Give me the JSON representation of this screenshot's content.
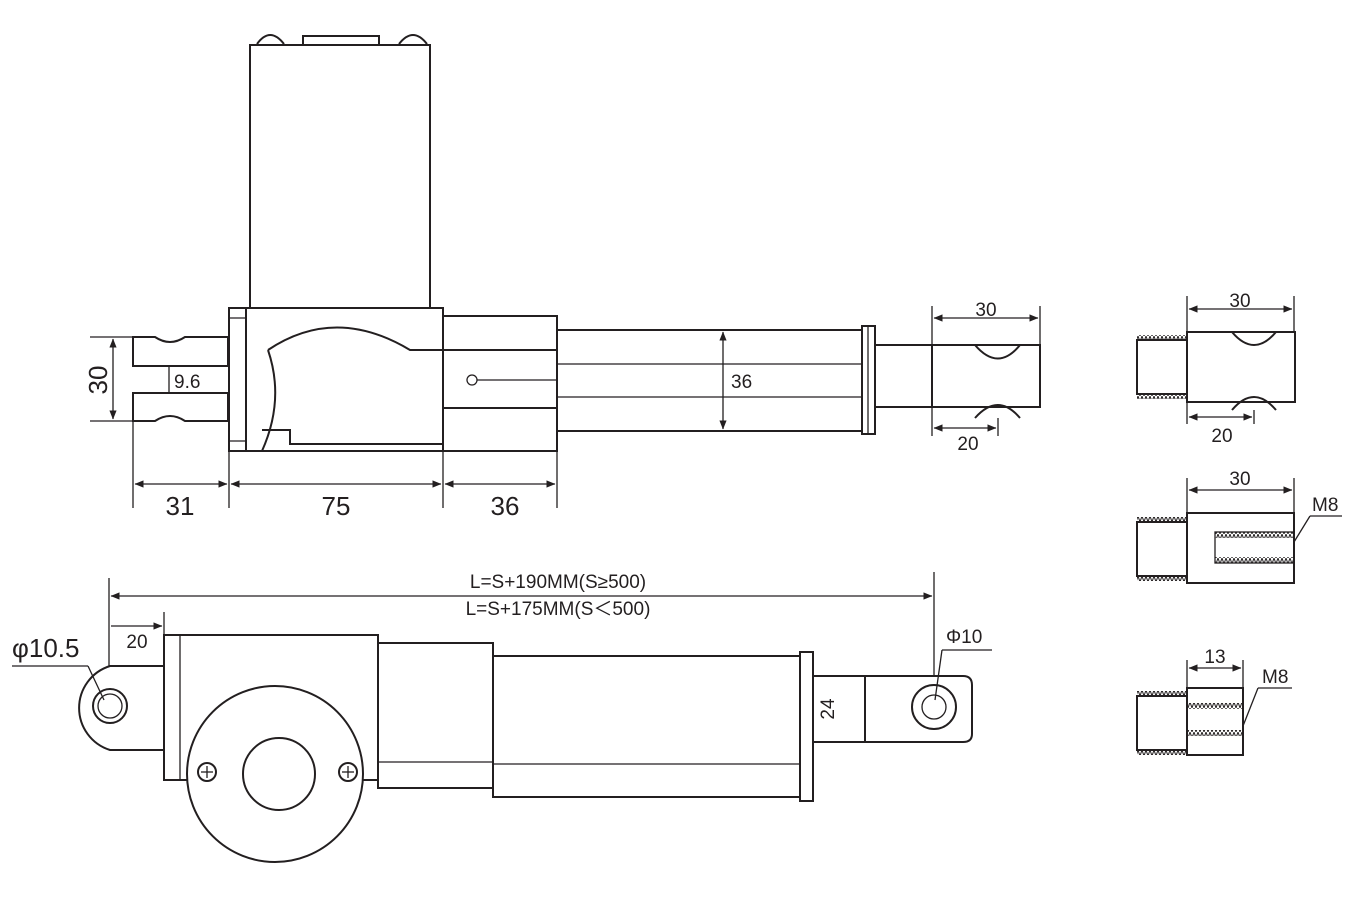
{
  "colors": {
    "line": "#231f20",
    "background": "#ffffff"
  },
  "side_view": {
    "dim_height": "30",
    "dim_slot": "9.6",
    "dim_rod": "36",
    "dim_clevis_len": "31",
    "dim_body_len": "75",
    "dim_tube_len": "36"
  },
  "rod_end_top": {
    "dim_width": "30",
    "dim_hole": "20"
  },
  "formula": {
    "line1": "L=S+190MM(S≥500)",
    "line2": "L=S+175MM(S＜500)"
  },
  "bottom_view": {
    "dim_rear_hole": "φ10.5",
    "dim_rear_offset": "20",
    "dim_front_hole": "Φ10",
    "dim_rod_dia": "24"
  },
  "end_options": [
    {
      "dim_top": "30",
      "dim_bottom": "20"
    },
    {
      "dim_top": "30",
      "thread": "M8"
    },
    {
      "dim_top": "13",
      "thread": "M8"
    }
  ]
}
